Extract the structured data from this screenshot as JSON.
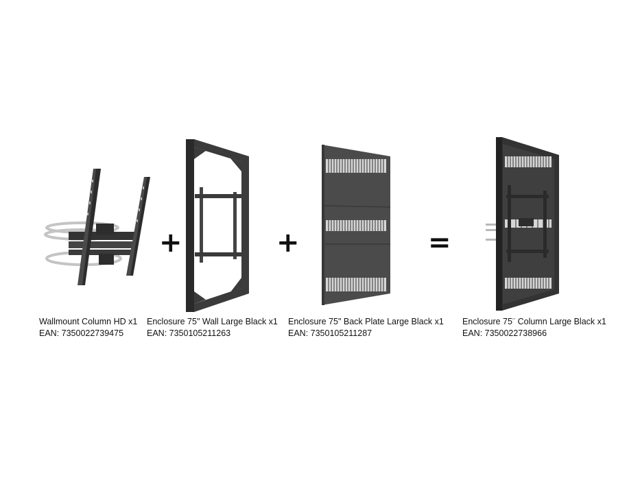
{
  "products": [
    {
      "name": "Wallmount Column HD x1",
      "ean": "EAN: 7350022739475"
    },
    {
      "name": "Enclosure 75\" Wall Large Black x1",
      "ean": "EAN: 7350105211263"
    },
    {
      "name": "Enclosure 75\" Back Plate Large Black x1",
      "ean": "EAN: 7350105211287"
    },
    {
      "name": "Enclosure 75¨ Column Large Black x1",
      "ean": "EAN: 7350022738966"
    }
  ],
  "operators": {
    "plus": "+",
    "equals": "="
  },
  "colors": {
    "frame": "#3a3a3a",
    "frame_dark": "#222222",
    "plate": "#4a4a4a",
    "vent": "#d8d8d8",
    "steel": "#b8b8b8"
  }
}
